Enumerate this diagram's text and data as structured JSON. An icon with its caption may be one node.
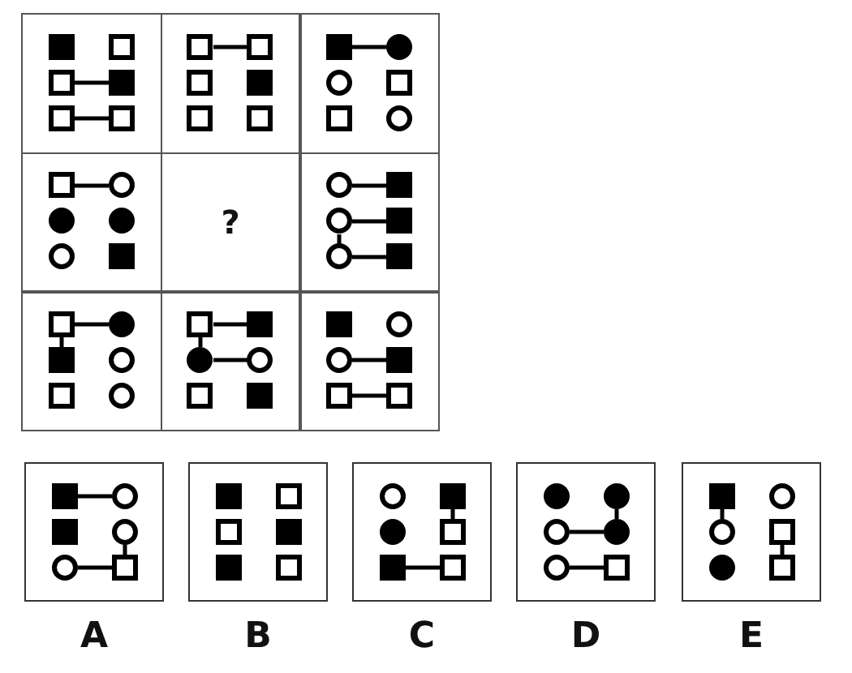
{
  "diagram": {
    "nodes": [
      {
        "text": [],
        "shape": "box"
      },
      {
        "text": [],
        "shape": "filled-square",
        "in": 0
      },
      {
        "text": [],
        "shape": "square",
        "in": 0
      },
      {
        "text": [],
        "shape": "square",
        "in": 0
      },
      {
        "text": [],
        "shape": "filled-square",
        "in": 0
      },
      {
        "text": [],
        "shape": "square",
        "in": 0
      },
      {
        "text": [],
        "shape": "square",
        "in": 0
      },
      {
        "text": [],
        "shape": "box"
      },
      {
        "text": [],
        "shape": "square",
        "in": 7
      },
      {
        "text": [],
        "shape": "square",
        "in": 7
      },
      {
        "text": [],
        "shape": "square",
        "in": 7
      },
      {
        "text": [],
        "shape": "filled-square",
        "in": 7
      },
      {
        "text": [],
        "shape": "square",
        "in": 7
      },
      {
        "text": [],
        "shape": "square",
        "in": 7
      },
      {
        "text": [],
        "shape": "box"
      },
      {
        "text": [],
        "shape": "filled-square",
        "in": 14
      },
      {
        "text": [],
        "shape": "filled-circle",
        "in": 14
      },
      {
        "text": [],
        "shape": "circle",
        "in": 14
      },
      {
        "text": [],
        "shape": "square",
        "in": 14
      },
      {
        "text": [],
        "shape": "square",
        "in": 14
      },
      {
        "text": [],
        "shape": "circle",
        "in": 14
      },
      {
        "text": [],
        "shape": "box"
      },
      {
        "text": [],
        "shape": "square",
        "in": 21
      },
      {
        "text": [],
        "shape": "circle",
        "in": 21
      },
      {
        "text": [],
        "shape": "filled-circle",
        "in": 21
      },
      {
        "text": [],
        "shape": "filled-circle",
        "in": 21
      },
      {
        "text": [],
        "shape": "circle",
        "in": 21
      },
      {
        "text": [],
        "shape": "filled-square",
        "in": 21
      },
      {
        "text": [
          "?"
        ]
      },
      {
        "text": [],
        "shape": "box"
      },
      {
        "text": [],
        "shape": "circle",
        "in": 29
      },
      {
        "text": [],
        "shape": "filled-square",
        "in": 29
      },
      {
        "text": [],
        "shape": "circle",
        "in": 29
      },
      {
        "text": [],
        "shape": "filled-square",
        "in": 29
      },
      {
        "text": [],
        "shape": "circle",
        "in": 29
      },
      {
        "text": [],
        "shape": "filled-square",
        "in": 29
      },
      {
        "text": [],
        "shape": "box"
      },
      {
        "text": [],
        "shape": "square",
        "in": 36
      },
      {
        "text": [],
        "shape": "filled-circle",
        "in": 36
      },
      {
        "text": [],
        "shape": "filled-square",
        "in": 36
      },
      {
        "text": [],
        "shape": "circle",
        "in": 36
      },
      {
        "text": [],
        "shape": "square",
        "in": 36
      },
      {
        "text": [],
        "shape": "circle",
        "in": 36
      },
      {
        "text": [],
        "shape": "box"
      },
      {
        "text": [],
        "shape": "square",
        "in": 43
      },
      {
        "text": [],
        "shape": "filled-square",
        "in": 43
      },
      {
        "text": [],
        "shape": "filled-circle",
        "in": 43
      },
      {
        "text": [],
        "shape": "circle",
        "in": 43
      },
      {
        "text": [],
        "shape": "square",
        "in": 43
      },
      {
        "text": [],
        "shape": "filled-square",
        "in": 43
      },
      {
        "text": [],
        "shape": "box"
      },
      {
        "text": [],
        "shape": "filled-square",
        "in": 50
      },
      {
        "text": [],
        "shape": "circle",
        "in": 50
      },
      {
        "text": [],
        "shape": "circle",
        "in": 50
      },
      {
        "text": [],
        "shape": "filled-square",
        "in": 50
      },
      {
        "text": [],
        "shape": "square",
        "in": 50
      },
      {
        "text": [],
        "shape": "square",
        "in": 50
      },
      {
        "text": [],
        "shape": "box",
        "beside": [
          "A"
        ]
      },
      {
        "text": [],
        "shape": "filled-square",
        "in": 57
      },
      {
        "text": [],
        "shape": "circle",
        "in": 57
      },
      {
        "text": [],
        "shape": "filled-square",
        "in": 57
      },
      {
        "text": [],
        "shape": "circle",
        "in": 57
      },
      {
        "text": [],
        "shape": "circle",
        "in": 57
      },
      {
        "text": [],
        "shape": "square",
        "in": 57
      },
      {
        "text": [],
        "shape": "box",
        "beside": [
          "B"
        ]
      },
      {
        "text": [],
        "shape": "filled-square",
        "in": 64
      },
      {
        "text": [],
        "shape": "square",
        "in": 64
      },
      {
        "text": [],
        "shape": "square",
        "in": 64
      },
      {
        "text": [],
        "shape": "filled-square",
        "in": 64
      },
      {
        "text": [],
        "shape": "filled-square",
        "in": 64
      },
      {
        "text": [],
        "shape": "square",
        "in": 64
      },
      {
        "text": [],
        "shape": "box",
        "beside": [
          "C"
        ]
      },
      {
        "text": [],
        "shape": "circle",
        "in": 71
      },
      {
        "text": [],
        "shape": "filled-square",
        "in": 71
      },
      {
        "text": [],
        "shape": "filled-circle",
        "in": 71
      },
      {
        "text": [],
        "shape": "square",
        "in": 71
      },
      {
        "text": [],
        "shape": "filled-square",
        "in": 71
      },
      {
        "text": [],
        "shape": "square",
        "in": 71
      },
      {
        "text": [],
        "shape": "box",
        "beside": [
          "D"
        ]
      },
      {
        "text": [],
        "shape": "filled-circle",
        "in": 78
      },
      {
        "text": [],
        "shape": "filled-circle",
        "in": 78
      },
      {
        "text": [],
        "shape": "circle",
        "in": 78
      },
      {
        "text": [],
        "shape": "filled-circle",
        "in": 78
      },
      {
        "text": [],
        "shape": "circle",
        "in": 78
      },
      {
        "text": [],
        "shape": "square",
        "in": 78
      },
      {
        "text": [],
        "shape": "box",
        "beside": [
          "E"
        ]
      },
      {
        "text": [],
        "shape": "filled-square",
        "in": 85
      },
      {
        "text": [],
        "shape": "circle",
        "in": 85
      },
      {
        "text": [],
        "shape": "circle",
        "in": 85
      },
      {
        "text": [],
        "shape": "square",
        "in": 85
      },
      {
        "text": [],
        "shape": "filled-circle",
        "in": 85
      },
      {
        "text": [],
        "shape": "square",
        "in": 85
      }
    ],
    "edges": [
      {
        "from": 3,
        "to": 4,
        "arrow": "none"
      },
      {
        "from": 5,
        "to": 6,
        "arrow": "none"
      },
      {
        "from": 8,
        "to": 9,
        "arrow": "none"
      },
      {
        "from": 15,
        "to": 16,
        "arrow": "none"
      },
      {
        "from": 22,
        "to": 23,
        "arrow": "none"
      },
      {
        "from": 30,
        "to": 31,
        "arrow": "none"
      },
      {
        "from": 32,
        "to": 33,
        "arrow": "none"
      },
      {
        "from": 34,
        "to": 35,
        "arrow": "none"
      },
      {
        "from": 32,
        "to": 34,
        "arrow": "none"
      },
      {
        "from": 37,
        "to": 38,
        "arrow": "none"
      },
      {
        "from": 37,
        "to": 39,
        "arrow": "none"
      },
      {
        "from": 44,
        "to": 45,
        "arrow": "none"
      },
      {
        "from": 46,
        "to": 47,
        "arrow": "none"
      },
      {
        "from": 44,
        "to": 46,
        "arrow": "none"
      },
      {
        "from": 53,
        "to": 54,
        "arrow": "none"
      },
      {
        "from": 55,
        "to": 56,
        "arrow": "none"
      },
      {
        "from": 58,
        "to": 59,
        "arrow": "none"
      },
      {
        "from": 61,
        "to": 63,
        "arrow": "none"
      },
      {
        "from": 62,
        "to": 63,
        "arrow": "none"
      },
      {
        "from": 73,
        "to": 75,
        "arrow": "none"
      },
      {
        "from": 76,
        "to": 77,
        "arrow": "none"
      },
      {
        "from": 80,
        "to": 82,
        "arrow": "none"
      },
      {
        "from": 81,
        "to": 82,
        "arrow": "none"
      },
      {
        "from": 83,
        "to": 84,
        "arrow": "none"
      },
      {
        "from": 86,
        "to": 88,
        "arrow": "none"
      },
      {
        "from": 89,
        "to": 91,
        "arrow": "none"
      }
    ]
  }
}
